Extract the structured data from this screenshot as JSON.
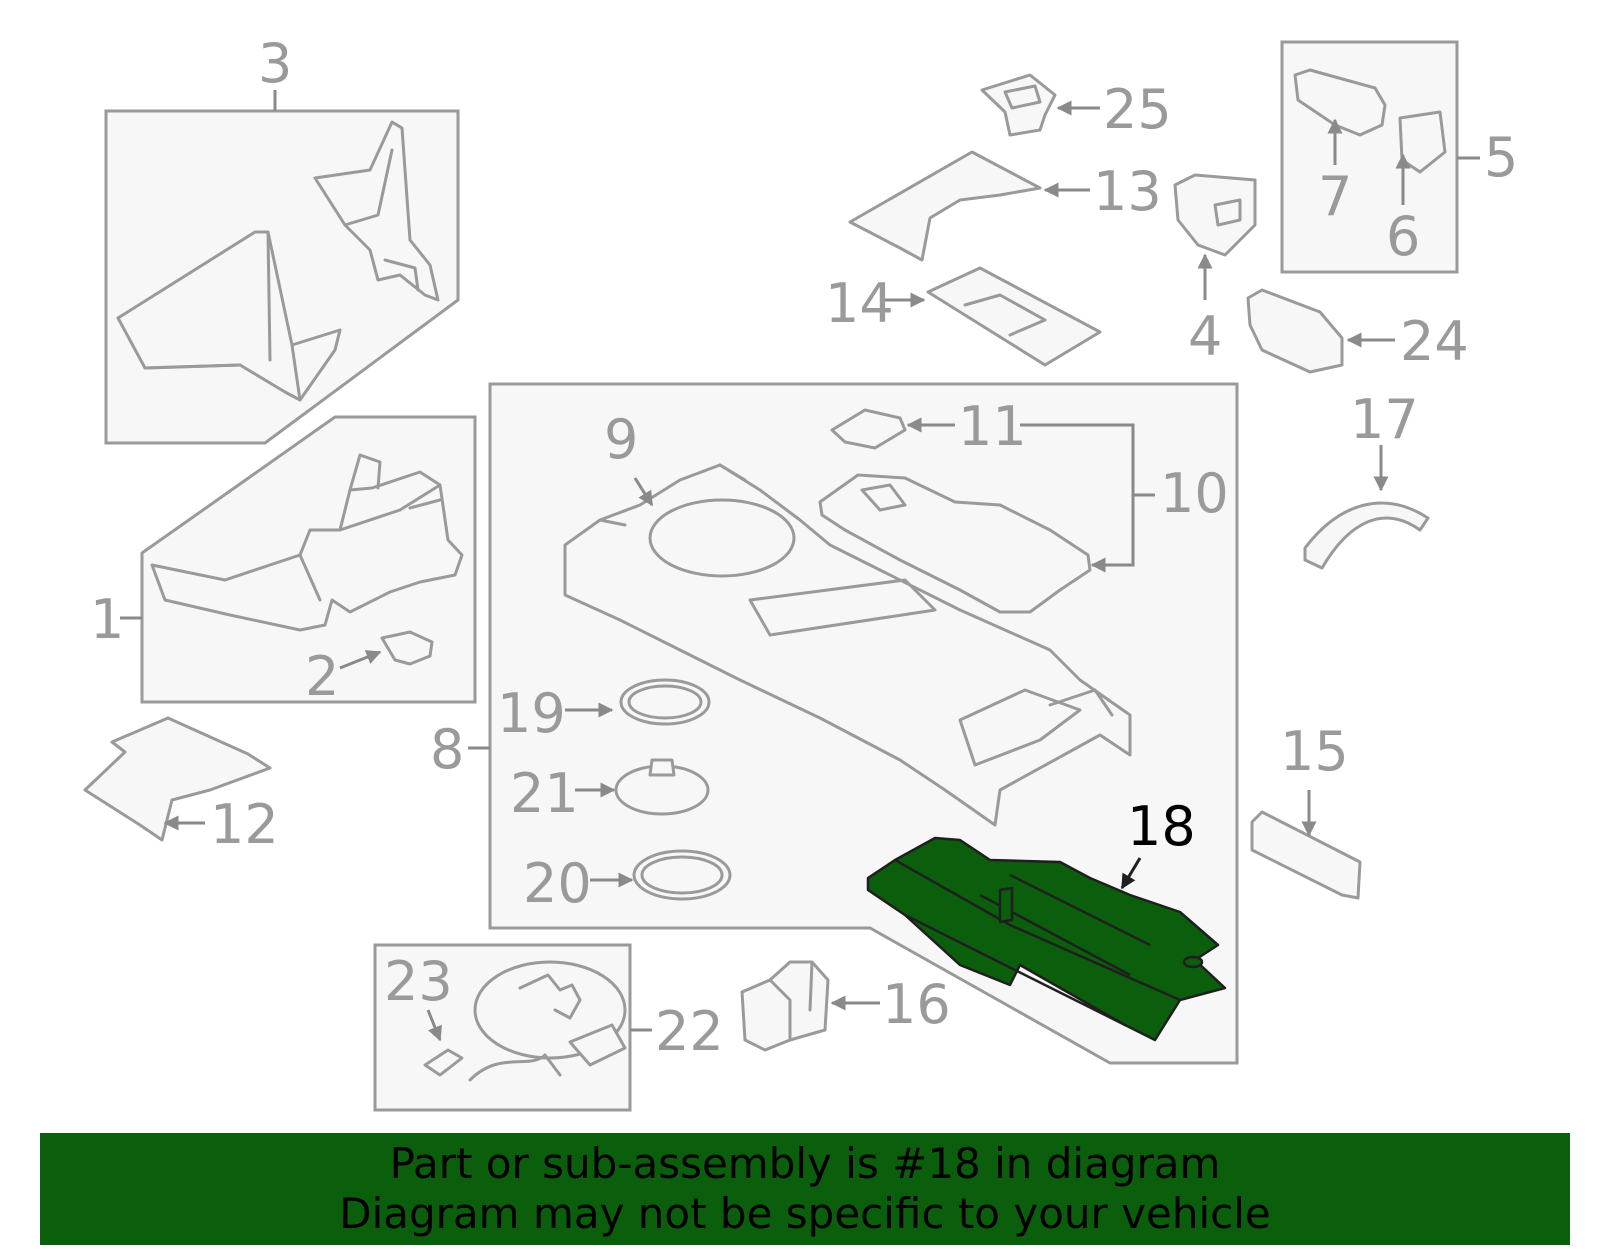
{
  "diagram": {
    "callouts": {
      "c1": "1",
      "c2": "2",
      "c3": "3",
      "c4": "4",
      "c5": "5",
      "c6": "6",
      "c7": "7",
      "c8": "8",
      "c9": "9",
      "c10": "10",
      "c11": "11",
      "c12": "12",
      "c13": "13",
      "c14": "14",
      "c15": "15",
      "c16": "16",
      "c17": "17",
      "c18": "18",
      "c19": "19",
      "c20": "20",
      "c21": "21",
      "c22": "22",
      "c23": "23",
      "c24": "24",
      "c25": "25"
    },
    "highlighted_part": "18",
    "colors": {
      "highlight": "#0b5e0b",
      "banner": "#0b5e0b",
      "line": "#9a9a9a"
    }
  },
  "banner": {
    "line1": "Part or sub-assembly is #18 in diagram",
    "line2": "Diagram may not be specific to your vehicle"
  }
}
